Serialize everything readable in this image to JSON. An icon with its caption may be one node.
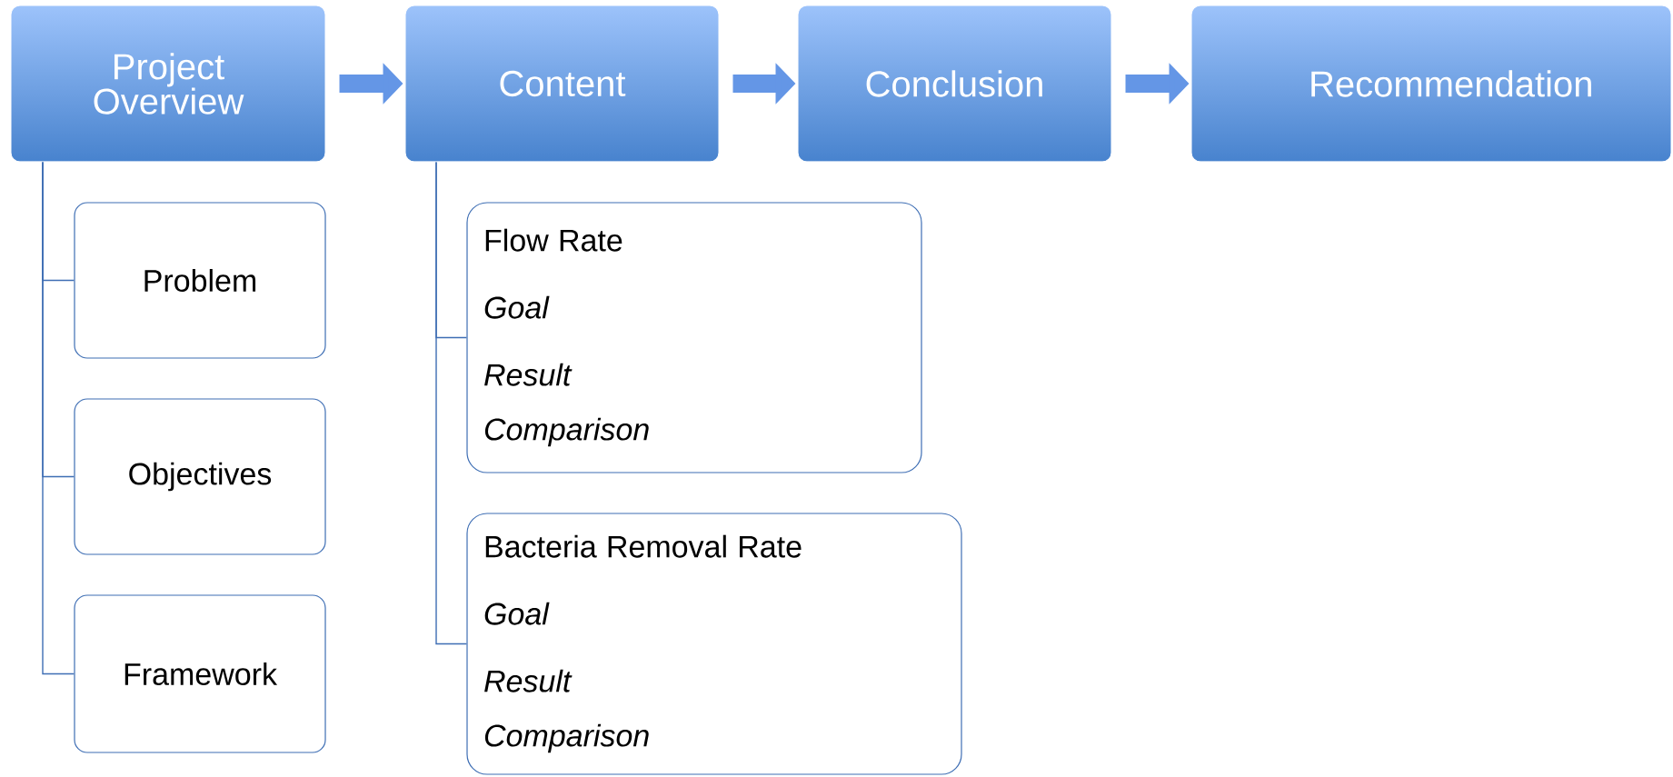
{
  "diagram": {
    "nodes": [
      {
        "text": [
          "Project Overview"
        ]
      },
      {
        "text": [
          "Content"
        ]
      },
      {
        "text": [
          "Conclusion"
        ]
      },
      {
        "text": [
          "Recommendation"
        ]
      },
      {
        "text": [
          "Problem"
        ]
      },
      {
        "text": [
          "Objectives"
        ]
      },
      {
        "text": [
          "Framework"
        ]
      },
      {
        "text": [
          "Flow Rate",
          "Goal",
          "Result",
          "Comparison"
        ]
      },
      {
        "text": [
          "Bacteria Removal Rate",
          "Goal",
          "Result",
          "Comparison"
        ]
      }
    ],
    "edges": [
      {
        "from": 0,
        "to": 1,
        "arrow": "to",
        "style": "thick"
      },
      {
        "from": 1,
        "to": 2,
        "arrow": "to",
        "style": "thick"
      },
      {
        "from": 2,
        "to": 3,
        "arrow": "to",
        "style": "thick"
      },
      {
        "from": 0,
        "to": 4,
        "arrow": "none"
      },
      {
        "from": 0,
        "to": 5,
        "arrow": "none"
      },
      {
        "from": 0,
        "to": 6,
        "arrow": "none"
      },
      {
        "from": 1,
        "to": 7,
        "arrow": "none"
      },
      {
        "from": 1,
        "to": 8,
        "arrow": "none"
      }
    ]
  }
}
